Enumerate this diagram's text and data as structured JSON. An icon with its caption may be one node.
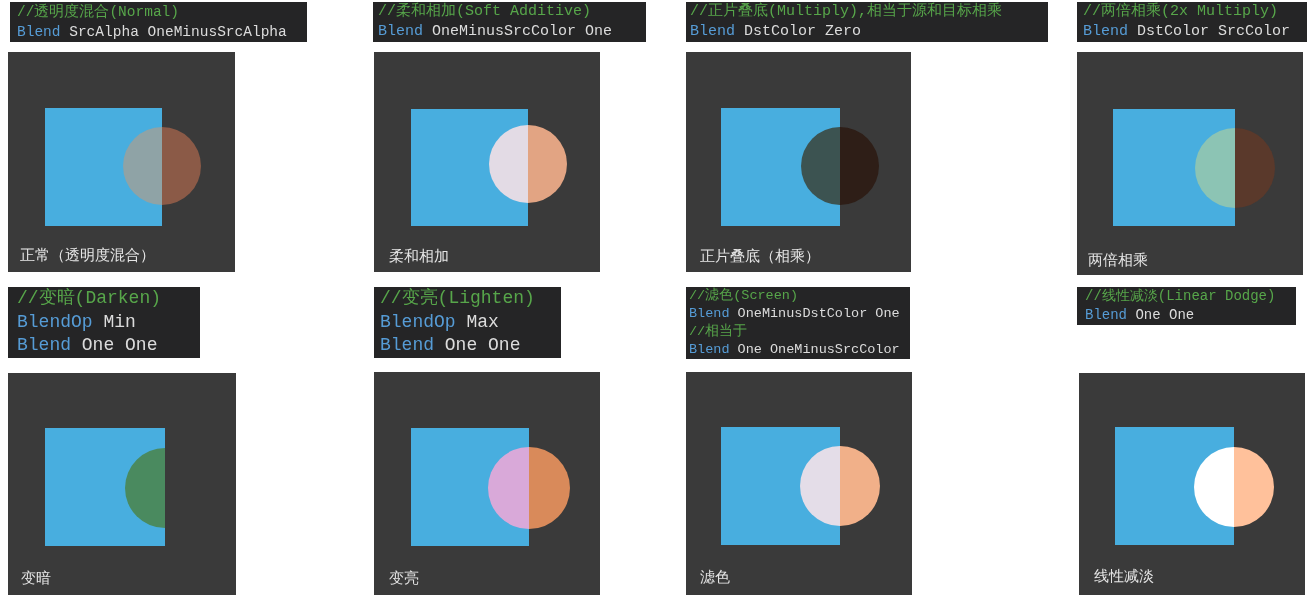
{
  "diagram": {
    "nodes": [
      {
        "text": [
          "//透明度混合(Normal)",
          "Blend SrcAlpha OneMinusSrcAlpha"
        ]
      },
      {
        "text": [
          "//柔和相加(Soft Additive)",
          "Blend OneMinusSrcColor One"
        ]
      },
      {
        "text": [
          "//正片叠底(Multiply),相当于源和目标相乘",
          "Blend DstColor Zero"
        ]
      },
      {
        "text": [
          "//两倍相乘(2x Multiply)",
          "Blend DstColor SrcColor"
        ]
      },
      {
        "text": [
          "正常（透明度混合）"
        ]
      },
      {
        "text": [
          "柔和相加"
        ]
      },
      {
        "text": [
          "正片叠底（相乘）"
        ]
      },
      {
        "text": [
          "两倍相乘"
        ]
      },
      {
        "text": [
          "//变暗(Darken)",
          "BlendOp Min",
          "Blend One One"
        ]
      },
      {
        "text": [
          "//变亮(Lighten)",
          "BlendOp Max",
          "Blend One One"
        ]
      },
      {
        "text": [
          "//滤色(Screen)",
          "Blend OneMinusDstColor One",
          "//相当于",
          "Blend One OneMinusSrcColor"
        ]
      },
      {
        "text": [
          "//线性减淡(Linear Dodge)",
          "Blend One One"
        ]
      },
      {
        "text": [
          "变暗"
        ]
      },
      {
        "text": [
          "变亮"
        ]
      },
      {
        "text": [
          "滤色"
        ]
      },
      {
        "text": [
          "线性减淡"
        ]
      }
    ]
  }
}
